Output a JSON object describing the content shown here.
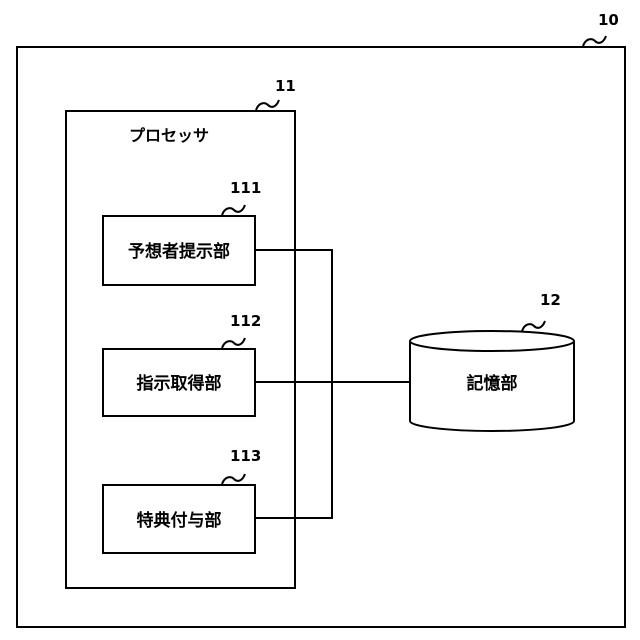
{
  "device": {
    "ref": "10"
  },
  "processor": {
    "ref": "11",
    "label": "プロセッサ"
  },
  "units": [
    {
      "ref": "111",
      "label": "予想者提示部"
    },
    {
      "ref": "112",
      "label": "指示取得部"
    },
    {
      "ref": "113",
      "label": "特典付与部"
    }
  ],
  "storage": {
    "ref": "12",
    "label": "記憶部"
  }
}
